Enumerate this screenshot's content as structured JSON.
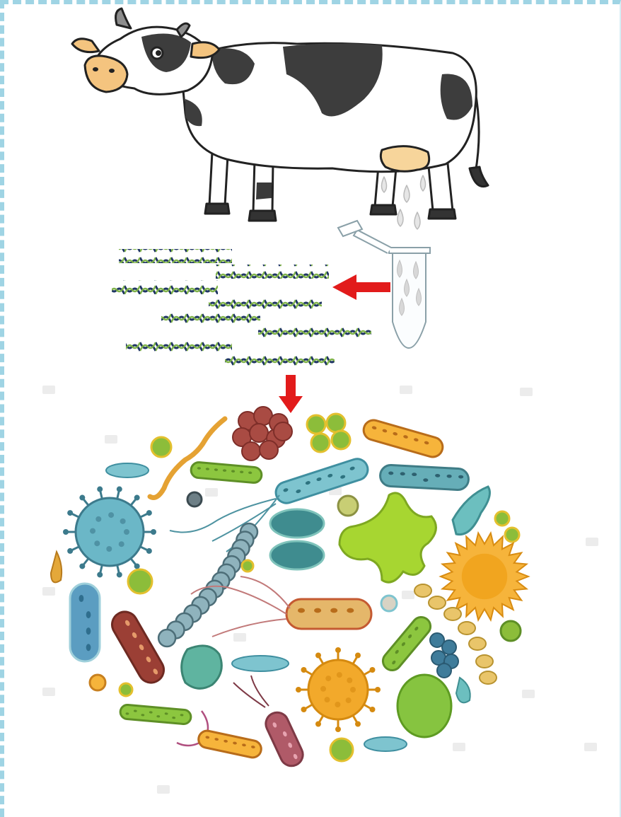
{
  "figure": {
    "panels": [
      {
        "name": "cow",
        "icon": "cow-icon"
      },
      {
        "name": "milk-sample-tube",
        "icon": "tube-icon"
      },
      {
        "name": "dna-strands",
        "icon": "dna-icon"
      },
      {
        "name": "microbial-community",
        "icon": "bacteria-icon"
      }
    ],
    "arrows": [
      {
        "from": "milk-sample-tube",
        "to": "dna-strands",
        "direction": "left"
      },
      {
        "from": "dna-strands",
        "to": "microbial-community",
        "direction": "down"
      }
    ],
    "colors": {
      "frame": "#9fd4e4",
      "arrow": "#e21b1b",
      "dna_primary": "#1f3564",
      "dna_secondary": "#7fb24a"
    }
  }
}
